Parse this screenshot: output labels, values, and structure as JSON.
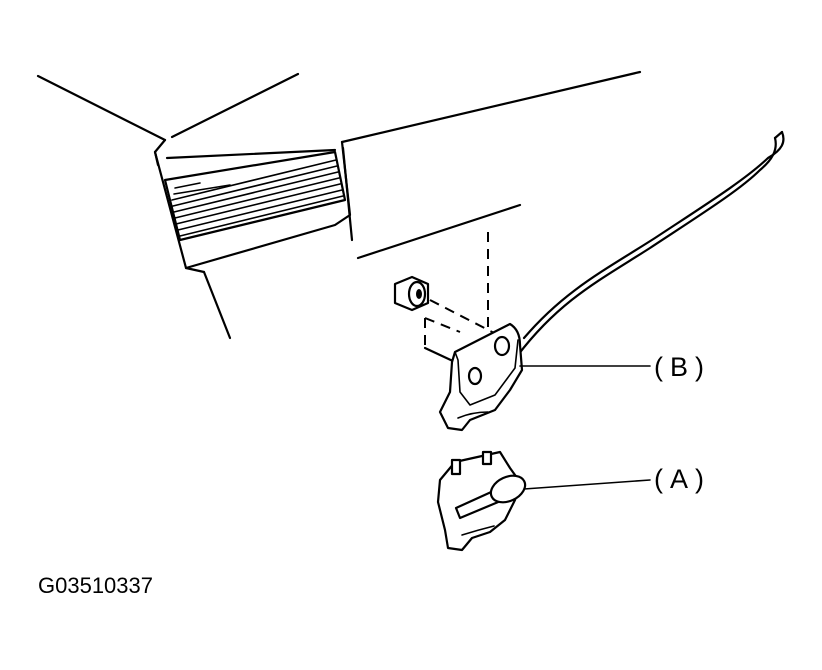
{
  "diagram": {
    "labels": {
      "part_a": "(A)",
      "part_b": "(B)"
    },
    "figure_code": "G03510337"
  }
}
